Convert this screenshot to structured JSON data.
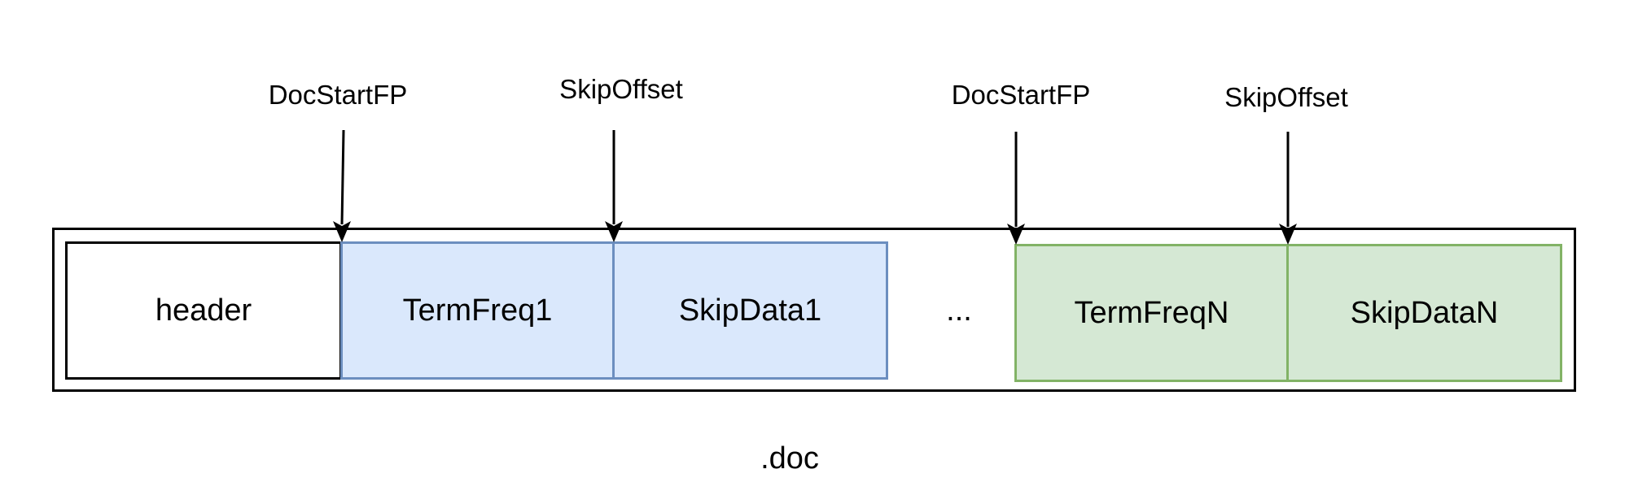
{
  "pointers": [
    {
      "label": "DocStartFP"
    },
    {
      "label": "SkipOffset"
    },
    {
      "label": "DocStartFP"
    },
    {
      "label": "SkipOffset"
    }
  ],
  "blocks": {
    "header": "header",
    "term_freq_1": "TermFreq1",
    "skip_data_1": "SkipData1",
    "ellipsis": "...",
    "term_freq_n": "TermFreqN",
    "skip_data_n": "SkipDataN"
  },
  "caption": ".doc",
  "colors": {
    "blue_fill": "#dae8fc",
    "blue_stroke": "#6c8ebf",
    "green_fill": "#d5e8d4",
    "green_stroke": "#82b366"
  }
}
